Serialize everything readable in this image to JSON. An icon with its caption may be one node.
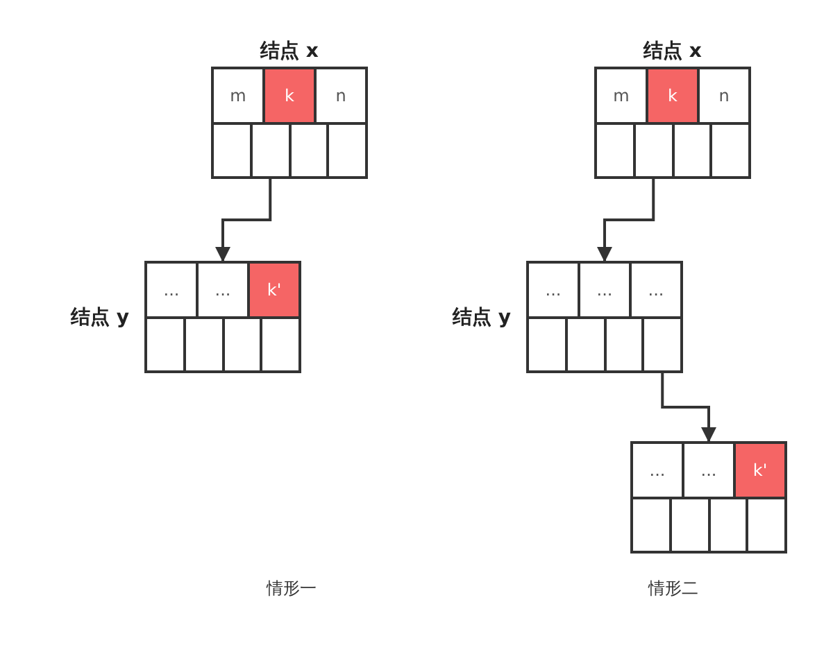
{
  "diagram": {
    "nodes": [
      {
        "text": [
          "结点 x"
        ]
      },
      {
        "text": [
          "m"
        ],
        "in": 0
      },
      {
        "text": [
          "k"
        ],
        "in": 0
      },
      {
        "text": [
          "n"
        ],
        "in": 0
      },
      {
        "text": [],
        "shape": "box",
        "in": 0
      },
      {
        "text": [],
        "shape": "box",
        "in": 0
      },
      {
        "text": [],
        "shape": "box",
        "in": 0
      },
      {
        "text": [],
        "shape": "box",
        "in": 0
      },
      {
        "text": [
          "结点 y"
        ]
      },
      {
        "text": [
          "..."
        ],
        "in": 8
      },
      {
        "text": [
          "..."
        ],
        "in": 8
      },
      {
        "text": [
          "k'"
        ],
        "in": 8
      },
      {
        "text": [],
        "shape": "box",
        "in": 8
      },
      {
        "text": [],
        "shape": "box",
        "in": 8
      },
      {
        "text": [],
        "shape": "box",
        "in": 8
      },
      {
        "text": [],
        "shape": "box",
        "in": 8
      },
      {
        "text": [
          "结点 x"
        ]
      },
      {
        "text": [
          "m"
        ],
        "in": 16
      },
      {
        "text": [
          "k"
        ],
        "in": 16
      },
      {
        "text": [
          "n"
        ],
        "in": 16
      },
      {
        "text": [],
        "shape": "box",
        "in": 16
      },
      {
        "text": [],
        "shape": "box",
        "in": 16
      },
      {
        "text": [],
        "shape": "box",
        "in": 16
      },
      {
        "text": [],
        "shape": "box",
        "in": 16
      },
      {
        "text": [
          "结点 y"
        ]
      },
      {
        "text": [
          "..."
        ],
        "in": 24
      },
      {
        "text": [
          "..."
        ],
        "in": 24
      },
      {
        "text": [
          "..."
        ],
        "in": 24
      },
      {
        "text": [],
        "shape": "box",
        "in": 24
      },
      {
        "text": [],
        "shape": "box",
        "in": 24
      },
      {
        "text": [],
        "shape": "box",
        "in": 24
      },
      {
        "text": [],
        "shape": "box",
        "in": 24
      },
      {
        "text": [],
        "shape": "box"
      },
      {
        "text": [
          "..."
        ],
        "in": 32
      },
      {
        "text": [
          "..."
        ],
        "in": 32
      },
      {
        "text": [
          "k'"
        ],
        "in": 32
      },
      {
        "text": [],
        "shape": "box",
        "in": 32
      },
      {
        "text": [],
        "shape": "box",
        "in": 32
      },
      {
        "text": [],
        "shape": "box",
        "in": 32
      },
      {
        "text": [],
        "shape": "box",
        "in": 32
      }
    ],
    "edges": [
      {
        "from": 5,
        "to": 10,
        "arrow": "to"
      },
      {
        "from": 21,
        "to": 26,
        "arrow": "to"
      },
      {
        "from": 31,
        "to": 34,
        "arrow": "to"
      }
    ],
    "labels": [
      "情形一",
      "情形二"
    ]
  }
}
